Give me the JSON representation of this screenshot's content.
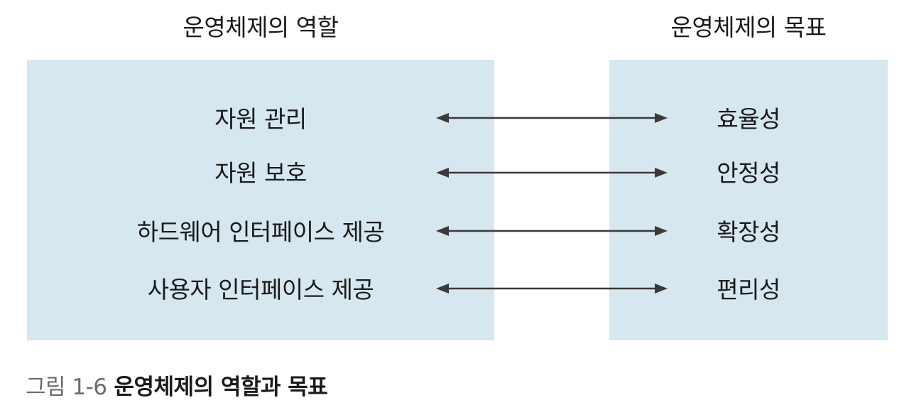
{
  "left_column": {
    "title": "운영체제의 역할",
    "items": [
      "자원 관리",
      "자원 보호",
      "하드웨어 인터페이스 제공",
      "사용자 인터페이스 제공"
    ]
  },
  "right_column": {
    "title": "운영체제의 목표",
    "items": [
      "효율성",
      "안정성",
      "확장성",
      "편리성"
    ]
  },
  "caption": {
    "label": "그림 1-6",
    "text": "운영체제의 역할과 목표"
  },
  "colors": {
    "box_fill": "#d7e7ef",
    "arrow": "#3a3a3a",
    "caption_label": "#6b6b6b"
  }
}
